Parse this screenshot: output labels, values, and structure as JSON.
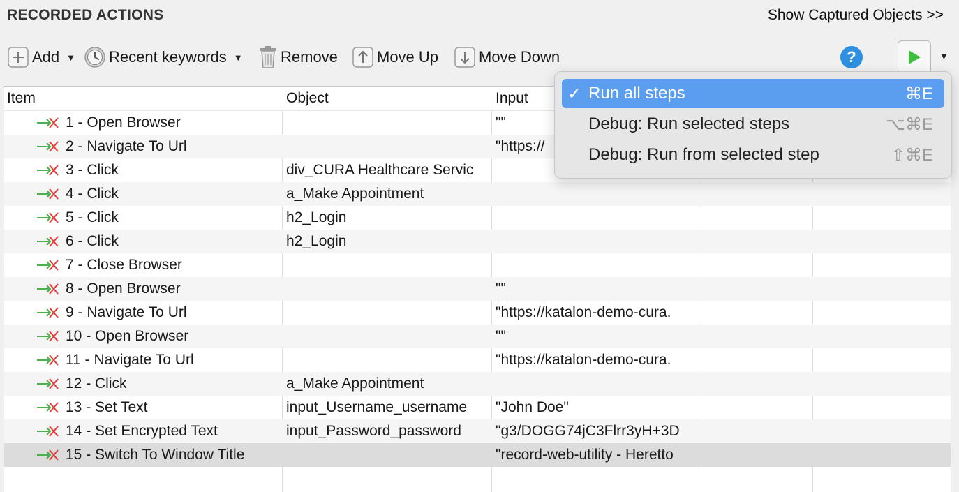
{
  "header": {
    "title": "RECORDED ACTIONS",
    "captured_link": "Show Captured Objects >>"
  },
  "toolbar": {
    "add": "Add",
    "recent": "Recent keywords",
    "remove": "Remove",
    "move_up": "Move Up",
    "move_down": "Move Down",
    "help": "?"
  },
  "table": {
    "headers": [
      "Item",
      "Object",
      "Input"
    ],
    "rows": [
      {
        "item": "1 - Open Browser",
        "object": "",
        "input": "\"\""
      },
      {
        "item": "2 - Navigate To Url",
        "object": "",
        "input": "\"https://"
      },
      {
        "item": "3 - Click",
        "object": "div_CURA Healthcare Servic",
        "input": ""
      },
      {
        "item": "4 - Click",
        "object": "a_Make Appointment",
        "input": ""
      },
      {
        "item": "5 - Click",
        "object": "h2_Login",
        "input": ""
      },
      {
        "item": "6 - Click",
        "object": "h2_Login",
        "input": ""
      },
      {
        "item": "7 - Close Browser",
        "object": "",
        "input": ""
      },
      {
        "item": "8 - Open Browser",
        "object": "",
        "input": "\"\""
      },
      {
        "item": "9 - Navigate To Url",
        "object": "",
        "input": "\"https://katalon-demo-cura."
      },
      {
        "item": "10 - Open Browser",
        "object": "",
        "input": "\"\""
      },
      {
        "item": "11 - Navigate To Url",
        "object": "",
        "input": "\"https://katalon-demo-cura."
      },
      {
        "item": "12 - Click",
        "object": "a_Make Appointment",
        "input": ""
      },
      {
        "item": "13 - Set Text",
        "object": "input_Username_username",
        "input": "\"John Doe\""
      },
      {
        "item": "14 - Set Encrypted Text",
        "object": "input_Password_password",
        "input": "\"g3/DOGG74jC3Flrr3yH+3D"
      },
      {
        "item": "15 - Switch To Window Title",
        "object": "",
        "input": "\"record-web-utility - Heretto"
      }
    ]
  },
  "run_menu": {
    "items": [
      {
        "label": "Run all steps",
        "shortcut": "⌘E",
        "checked": "✓"
      },
      {
        "label": "Debug: Run selected steps",
        "shortcut": "⌥⌘E"
      },
      {
        "label": "Debug: Run from selected step",
        "shortcut": "⇧⌘E"
      }
    ]
  },
  "colors": {
    "accent": "#5b9ef0",
    "help": "#2f8fe0",
    "play": "#3fbf3f",
    "arrow_green": "#4caf50",
    "arrow_red": "#e53935"
  }
}
